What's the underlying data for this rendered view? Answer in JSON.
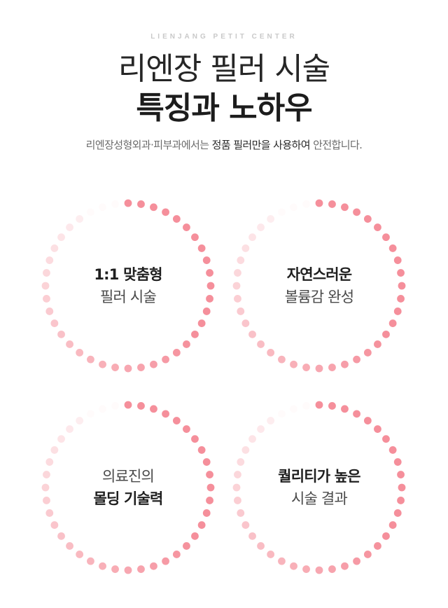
{
  "header": {
    "eyebrow": "LIENJANG PETIT CENTER",
    "title_line1": "리엔장 필러 시술",
    "title_line2": "특징과 노하우",
    "subtitle_prefix": "리엔장성형외과·피부과에서는",
    "subtitle_emphasis": "정품 필러만을 사용하여",
    "subtitle_suffix": "안전합니다."
  },
  "colors": {
    "dot": "#f58f9b",
    "title": "#262626",
    "subtitle": "#6b6b6b",
    "eyebrow": "#c9c9c9"
  },
  "features": [
    {
      "line1": "1:1 맞춤형",
      "line2": "필러 시술",
      "bold_line": 1
    },
    {
      "line1": "자연스러운",
      "line2": "볼륨감 완성",
      "bold_line": 1
    },
    {
      "line1": "의료진의",
      "line2": "몰딩 기술력",
      "bold_line": 2
    },
    {
      "line1": "퀄리티가 높은",
      "line2": "시술 결과",
      "bold_line": 1
    }
  ]
}
